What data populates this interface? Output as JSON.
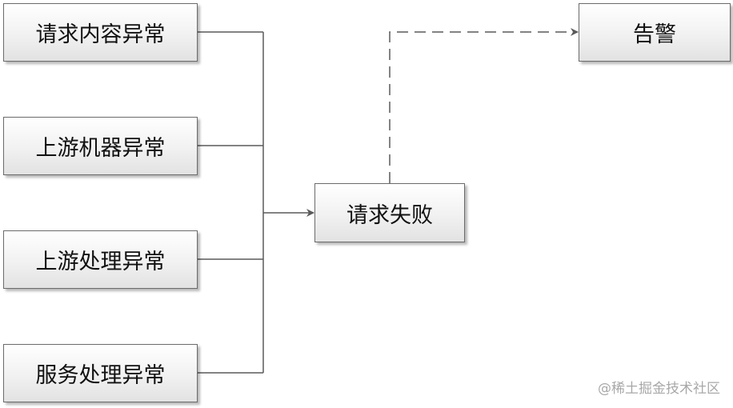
{
  "nodes": {
    "request_content_error": "请求内容异常",
    "upstream_machine_error": "上游机器异常",
    "upstream_processing_error": "上游处理异常",
    "service_processing_error": "服务处理异常",
    "request_failure": "请求失败",
    "alarm": "告警"
  },
  "watermark": "@稀土掘金技术社区",
  "colors": {
    "line": "#5a5a5a",
    "node_border": "#6b6b6b",
    "watermark": "#a8a8a8"
  }
}
